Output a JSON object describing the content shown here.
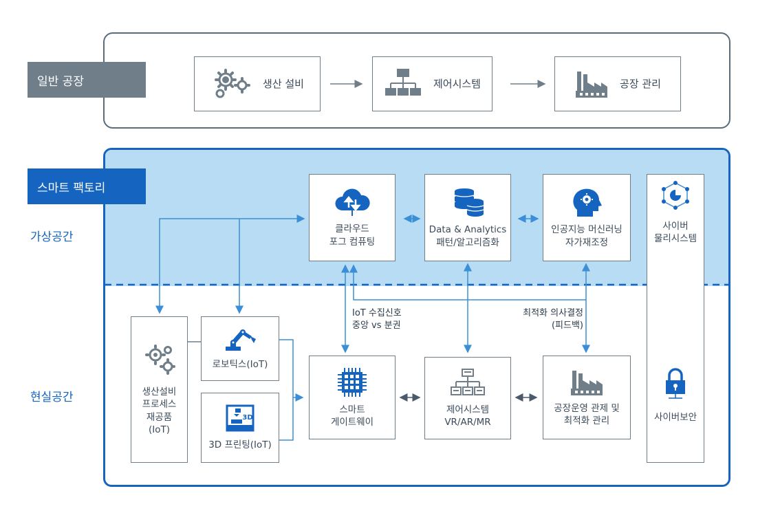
{
  "general_factory": {
    "tag": "일반 공장",
    "items": [
      {
        "label": "생산 설비",
        "icon": "gears-icon"
      },
      {
        "label": "제어시스템",
        "icon": "hierarchy-icon"
      },
      {
        "label": "공장 관리",
        "icon": "factory-icon"
      }
    ]
  },
  "smart_factory": {
    "tag": "스마트 팩토리",
    "virtual_label": "가상공간",
    "real_label": "현실공간",
    "virtual_boxes": {
      "cloud": "클라우드\n포그 컴퓨팅",
      "analytics": "Data & Analytics\n패턴/알고리즘화",
      "ai": "인공지능 머신러닝\n자가재조정",
      "cps": "사이버\n물리시스템"
    },
    "real_boxes": {
      "equipment": "생산설비\n프로세스\n재공품\n(IoT)",
      "robotics": "로보틱스(IoT)",
      "printing": "3D 프린팅(IoT)",
      "gateway": "스마트\n게이트웨이",
      "control": "제어시스템\nVR/AR/MR",
      "operation": "공장운영 관제 및\n최적화 관리",
      "security": "사이버보안"
    },
    "annotations": {
      "iot_signal": "IoT 수집신호\n중앙 vs 분권",
      "decision": "최적화 의사결정\n(피드백)"
    },
    "printer_badge": "3D"
  },
  "colors": {
    "primary_blue": "#1565c0",
    "light_blue": "#b7dcf3",
    "gray": "#6f7e89",
    "arrow_blue": "#3a8fd6"
  }
}
